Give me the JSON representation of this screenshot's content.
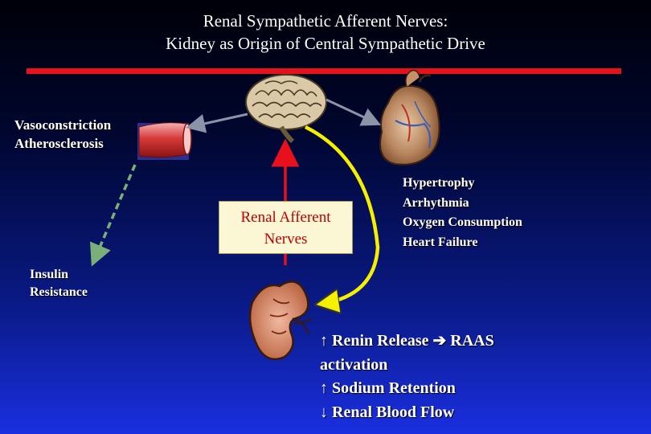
{
  "title": {
    "line1": "Renal Sympathetic Afferent Nerves:",
    "line2": "Kidney as Origin of Central Sympathetic Drive"
  },
  "vessel_label": {
    "line1": "Vasoconstriction",
    "line2": "Atherosclerosis"
  },
  "insulin_label": {
    "line1": "Insulin",
    "line2": "Resistance"
  },
  "center_box": {
    "line1": "Renal Afferent",
    "line2": "Nerves"
  },
  "heart_effects": [
    "Hypertrophy",
    "Arrhythmia",
    "Oxygen Consumption",
    "Heart Failure"
  ],
  "renal_effects": [
    "↑ Renin Release ➔ RAAS",
    "activation",
    "↑ Sodium Retention",
    "↓ Renal Blood Flow"
  ],
  "colors": {
    "background_top": "#000008",
    "background_bottom": "#1a2fe0",
    "title_rule": "#e8101a",
    "afferent_arrow": "#e8101a",
    "efferent_arrow": "#f5f000",
    "grey_arrow": "#8a93a8",
    "dashed_arrow": "#6fa06a",
    "box_fill": "#fbf6d4",
    "box_text": "#c00000"
  },
  "icons": [
    "brain-icon",
    "heart-icon",
    "kidney-icon",
    "blood-vessel-icon"
  ]
}
